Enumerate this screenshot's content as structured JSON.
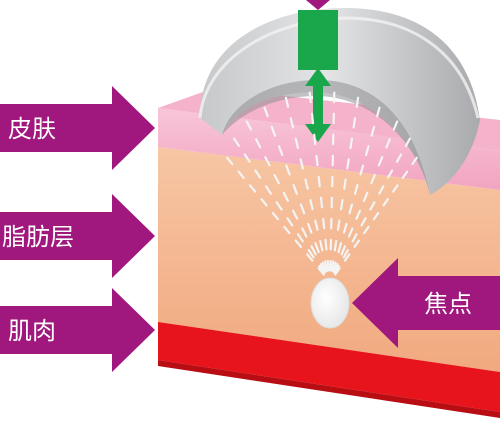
{
  "labels": {
    "skin": "皮肤",
    "fat": "脂肪层",
    "muscle": "肌肉",
    "focus": "焦点"
  },
  "colors": {
    "arrow": "#a0187e",
    "skin_top": "#f3aac4",
    "skin_front": "#f6b7cf",
    "fat_front": "#f4b68f",
    "fat_side": "#e6a57d",
    "muscle_front": "#e8141c",
    "muscle_side": "#c40f16",
    "transducer": "#b9babc",
    "transducer_light": "#d8d9db",
    "probe_green": "#1aa64a",
    "wave_dots": "#f4f4f4",
    "focal_point": "#ffffff"
  }
}
